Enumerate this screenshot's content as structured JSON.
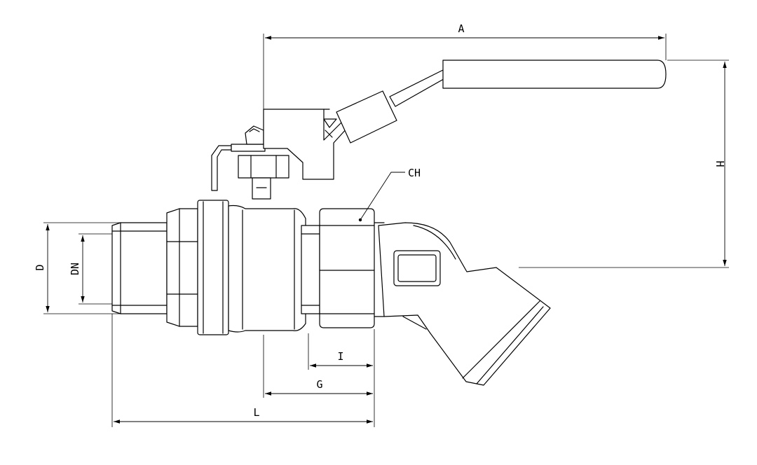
{
  "drawing": {
    "labels": {
      "A": "A",
      "H": "H",
      "CH": "CH",
      "D": "D",
      "DN": "DN",
      "I": "I",
      "G": "G",
      "L": "L"
    },
    "colors": {
      "stroke": "#000000",
      "background": "#ffffff"
    }
  }
}
